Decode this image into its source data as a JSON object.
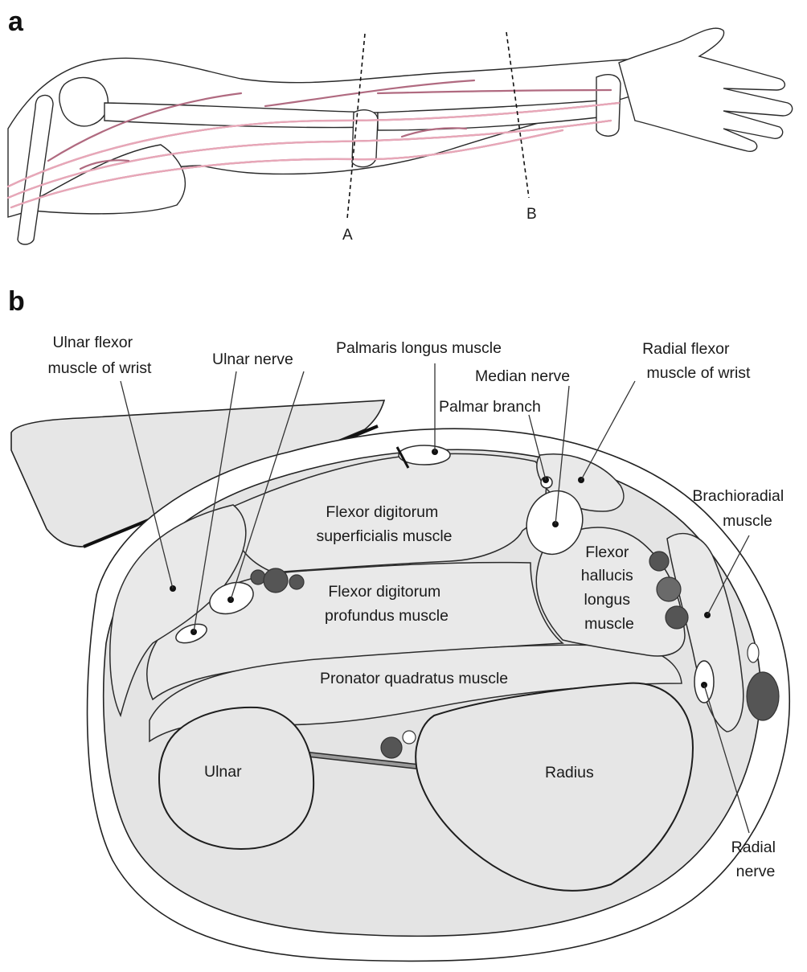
{
  "figure": {
    "panel_a": {
      "letter": "a",
      "cut_labels": [
        "A",
        "B"
      ]
    },
    "panel_b": {
      "letter": "b",
      "labels": {
        "ulnar_flexor": [
          "Ulnar flexor",
          "muscle of wrist"
        ],
        "ulnar_nerve": "Ulnar  nerve",
        "palmaris_longus": "Palmaris longus muscle",
        "median_nerve": "Median nerve",
        "palmar_branch": "Palmar branch",
        "radial_flexor": [
          "Radial flexor",
          "muscle of wrist"
        ],
        "brachioradial": [
          "Brachioradial",
          "muscle"
        ],
        "fds": [
          "Flexor digitorum",
          "superficialis muscle"
        ],
        "fdp": [
          "Flexor digitorum",
          "profundus muscle"
        ],
        "fhl": [
          "Flexor",
          "hallucis",
          "longus",
          "muscle"
        ],
        "pronator": "Pronator quadratus muscle",
        "ulnar": "Ulnar",
        "radius": "Radius",
        "radial_nerve": [
          "Radial",
          "nerve"
        ]
      }
    },
    "colors": {
      "nerve_pink": "#e8a7b8",
      "nerve_edge": "#b06a80",
      "tissue_gray": "#e4e4e4",
      "muscle_gray": "#e9e9e9",
      "vessel_dark": "#555555",
      "vessel_mid": "#6a6a6a"
    }
  }
}
